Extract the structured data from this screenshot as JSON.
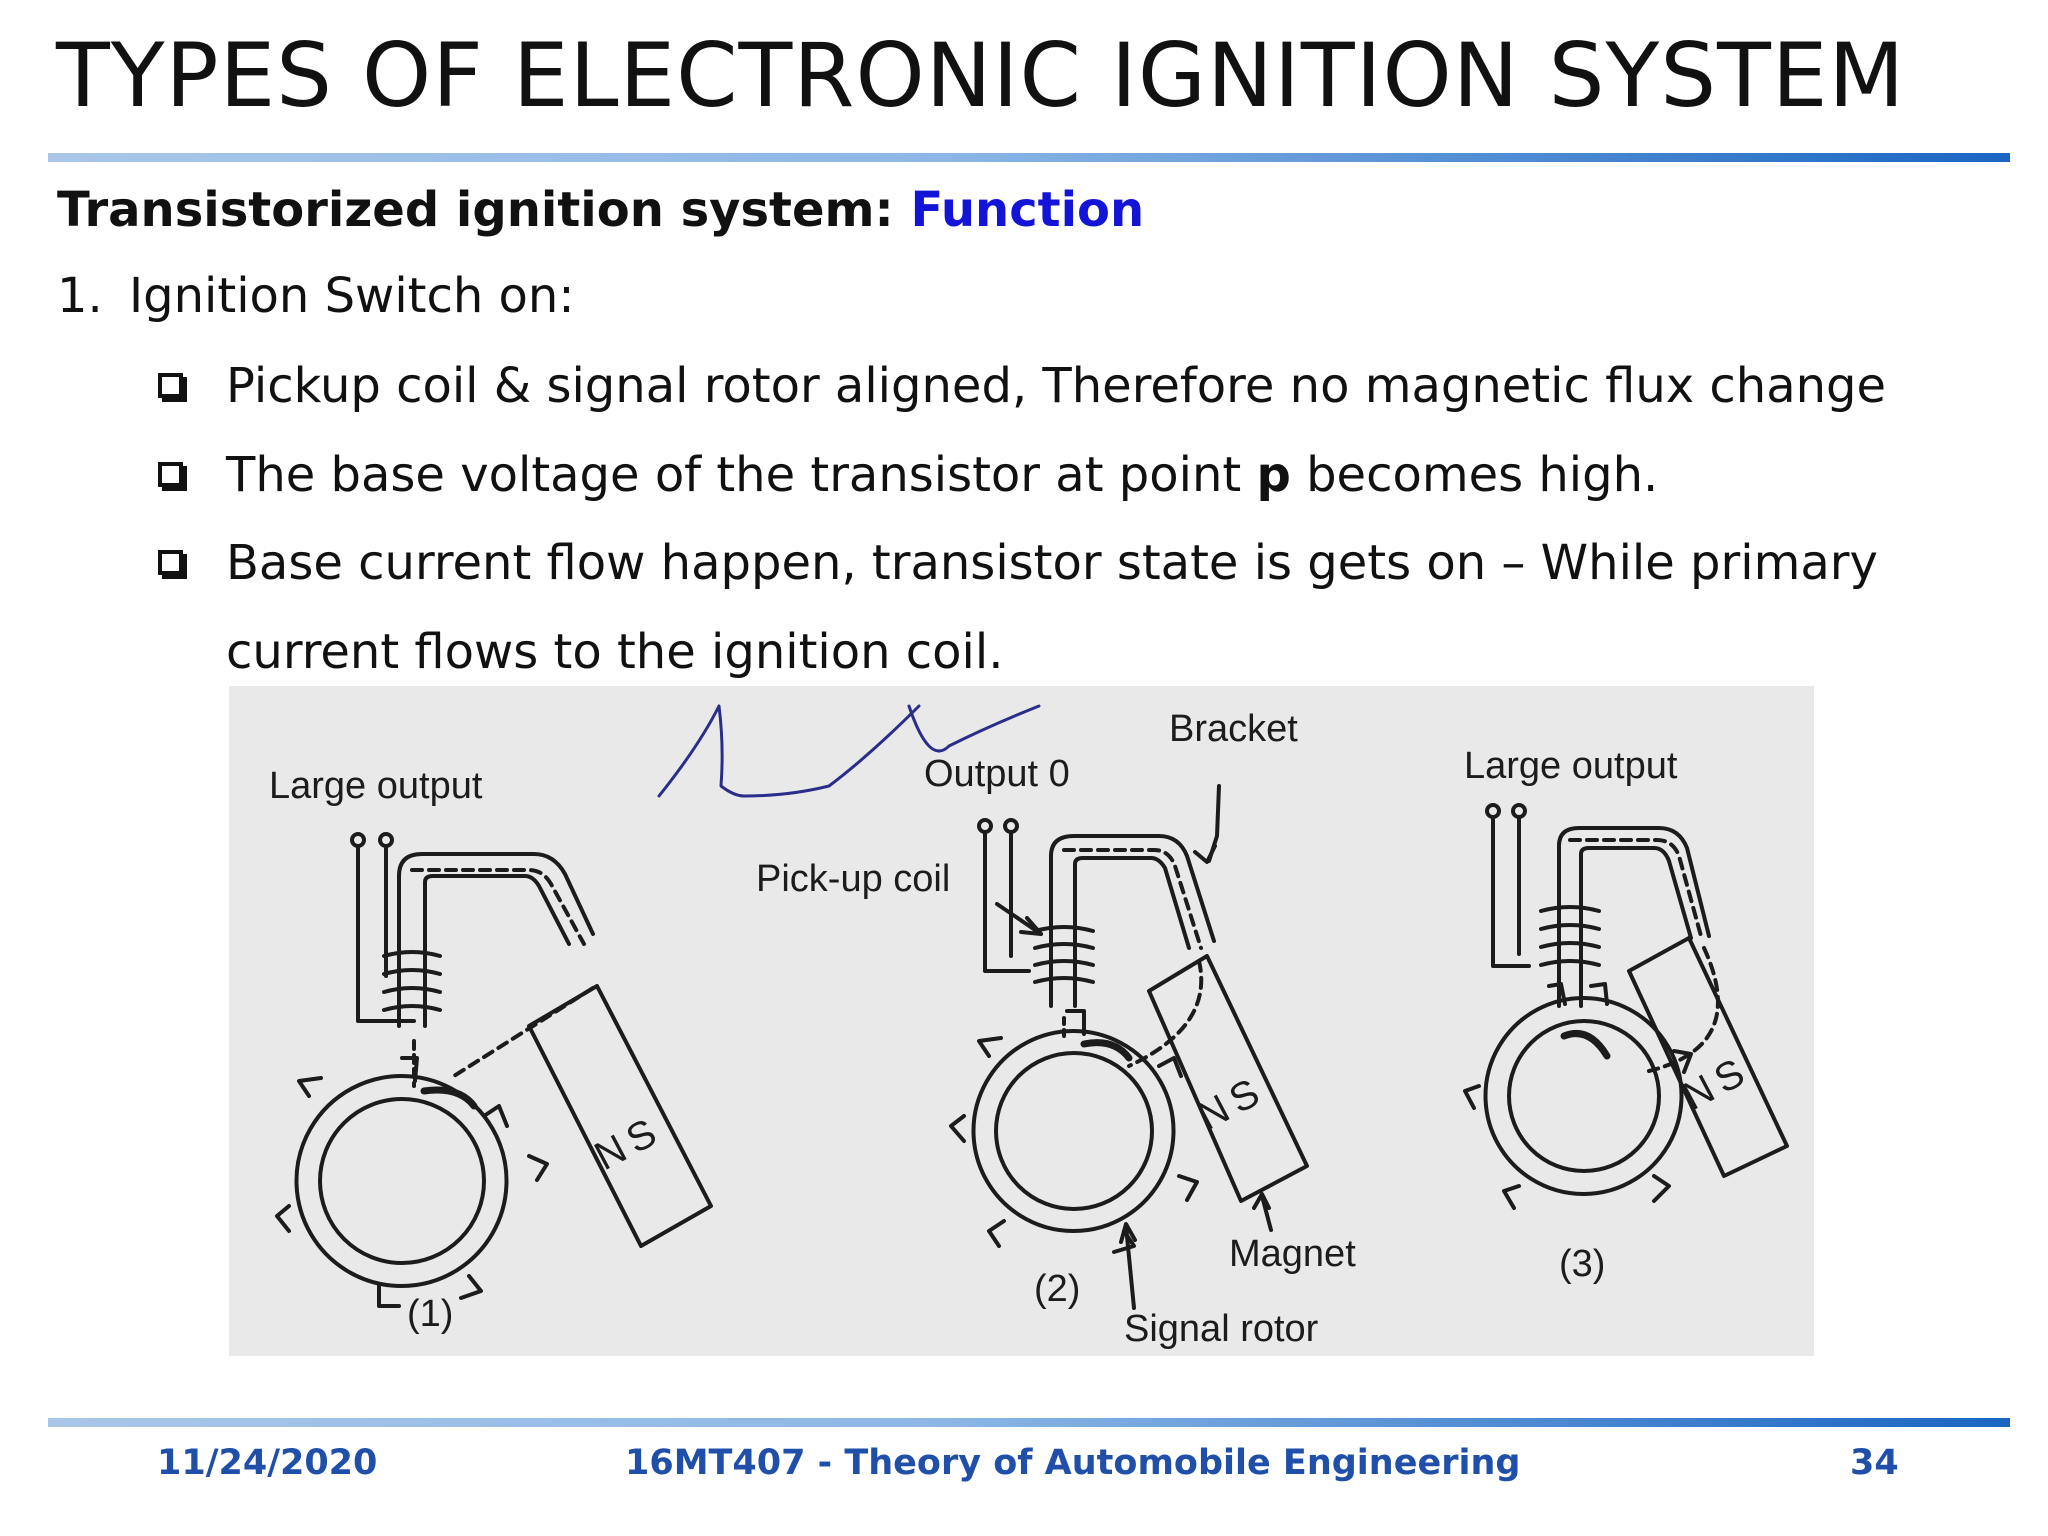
{
  "slide": {
    "title": "TYPES OF ELECTRONIC IGNITION SYSTEM",
    "heading_prefix": "Transistorized ignition system: ",
    "heading_accent": "Function",
    "item_number": "1.",
    "item_text": "Ignition Switch on:",
    "bullets": [
      "Pickup coil & signal rotor aligned, Therefore no magnetic flux change",
      {
        "before": "The base voltage of the transistor at point ",
        "bold": "p",
        "after": " becomes high."
      },
      "Base current flow happen, transistor state is gets on – While primary"
    ],
    "bullet_continuation": "current flows to the ignition coil.",
    "accent_color": "#1414d8"
  },
  "figure": {
    "labels": {
      "large_output_1": "Large output",
      "output_0": "Output 0",
      "bracket": "Bracket",
      "large_output_3": "Large output",
      "pickup_coil": "Pick-up coil",
      "magnet": "Magnet",
      "signal_rotor": "Signal rotor",
      "n": "N",
      "s": "S",
      "panel_1": "(1)",
      "panel_2": "(2)",
      "panel_3": "(3)"
    }
  },
  "footer": {
    "date": "11/24/2020",
    "course": "16MT407 - Theory of Automobile Engineering",
    "page": "34",
    "color": "#1f4fa8"
  }
}
